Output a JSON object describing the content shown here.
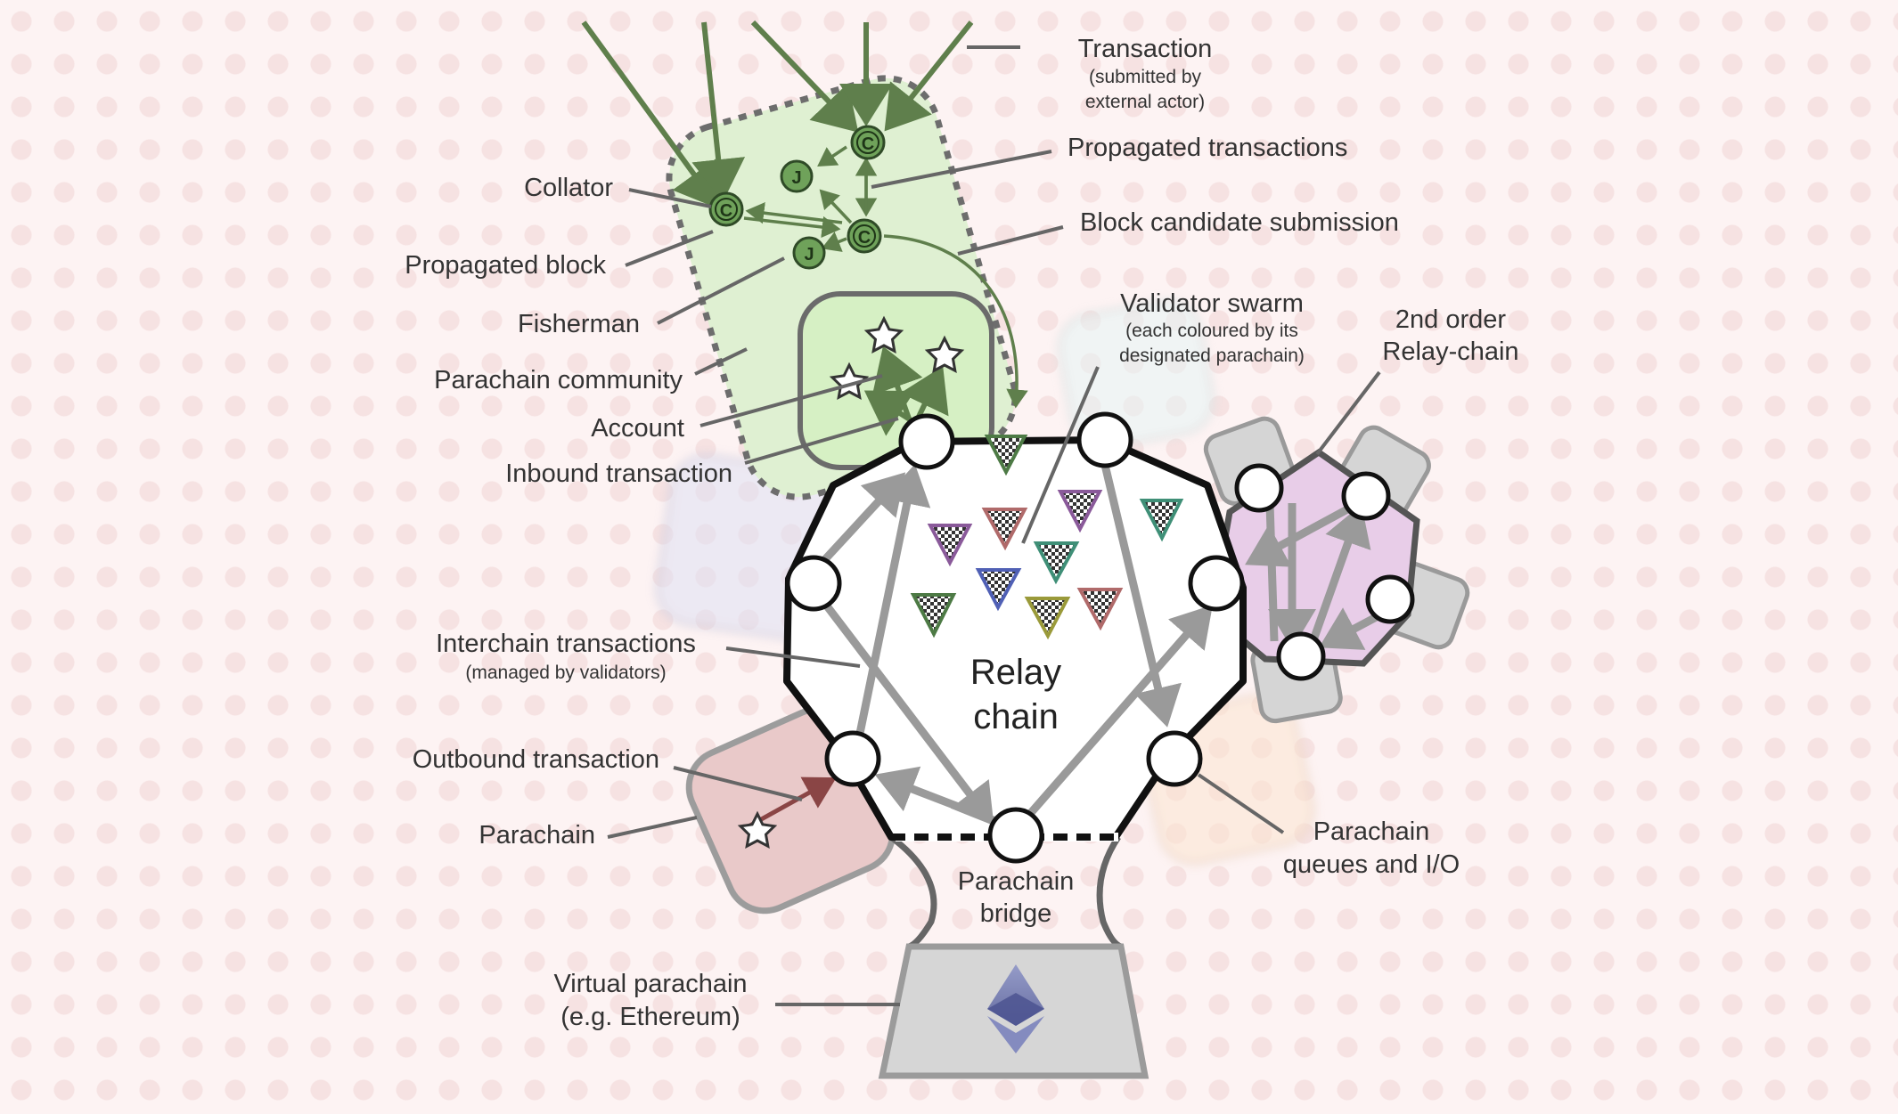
{
  "labels": {
    "transaction": "Transaction",
    "transaction_sub1": "(submitted by",
    "transaction_sub2": "external actor)",
    "propagated_transactions": "Propagated transactions",
    "collator": "Collator",
    "block_candidate_submission": "Block candidate submission",
    "propagated_block": "Propagated block",
    "fisherman": "Fisherman",
    "validator_swarm": "Validator swarm",
    "validator_swarm_sub1": "(each coloured by its",
    "validator_swarm_sub2": "designated parachain)",
    "second_order_1": "2nd order",
    "second_order_2": "Relay-chain",
    "parachain_community": "Parachain community",
    "account": "Account",
    "inbound_transaction": "Inbound transaction",
    "interchain_transactions": "Interchain transactions",
    "interchain_sub": "(managed by validators)",
    "relay_chain_1": "Relay",
    "relay_chain_2": "chain",
    "outbound_transaction": "Outbound transaction",
    "parachain": "Parachain",
    "parachain_queues_1": "Parachain",
    "parachain_queues_2": "queues and I/O",
    "parachain_bridge_1": "Parachain",
    "parachain_bridge_2": "bridge",
    "virtual_parachain_1": "Virtual parachain",
    "virtual_parachain_2": "(e.g. Ethereum)"
  },
  "glyphs": {
    "collator_letter": "C",
    "fisherman_letter": "J"
  },
  "icons": {
    "account": "star-icon",
    "validator": "checkered-triangle-icon",
    "ethereum": "ethereum-icon"
  },
  "colors": {
    "community_fill": "#dff0d2",
    "community_border": "#6d6d6d",
    "parachain_red": "#e9c9c9",
    "second_order_purple": "#e8cde8",
    "green_arrow": "#5f7f4c",
    "grey_arrow": "#9a9a9a"
  }
}
